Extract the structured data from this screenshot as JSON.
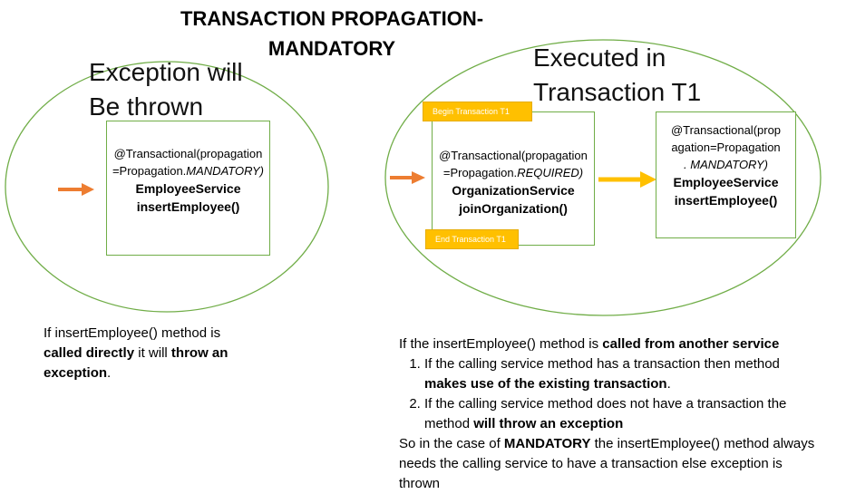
{
  "title_line1": "TRANSACTION PROPAGATION-",
  "title_line2": "MANDATORY",
  "left": {
    "heading_line1": "Exception will",
    "heading_line2": "Be thrown",
    "box": {
      "code_line1": "@Transactional(propagation",
      "code_prefix": "=Propagation.",
      "code_italic": "MANDATORY)",
      "service": "EmployeeService",
      "method": "insertEmployee()"
    },
    "description": {
      "part1": "If insertEmployee() method is ",
      "bold1": "called directly",
      "part2": " it will ",
      "bold2": "throw an exception",
      "part3": "."
    }
  },
  "right": {
    "heading_line1": "Executed in",
    "heading_line2": "Transaction T1",
    "begin_tag": "Begin Transaction  T1",
    "end_tag": "End Transaction T1",
    "org_box": {
      "code_line1": "@Transactional(propagation",
      "code_prefix": "=Propagation.",
      "code_italic": "REQUIRED)",
      "service": "OrganizationService",
      "method": "joinOrganization()"
    },
    "emp_box": {
      "code_line1": "@Transactional(prop",
      "code_line2": "agation=Propagation",
      "code_italic": ". MANDATORY)",
      "service": "EmployeeService",
      "method": "insertEmployee()"
    },
    "description": {
      "intro": "If the insertEmployee() method is ",
      "intro_bold": "called from another service",
      "item1_part1": "If the calling service method has a transaction then method ",
      "item1_bold": "makes use of the existing transaction",
      "item1_part2": ".",
      "item2_part1": "If the calling service method does not have a transaction the method ",
      "item2_bold": "will throw an exception",
      "summary_part1": "So in the case of ",
      "summary_bold": "MANDATORY",
      "summary_part2": " the insertEmployee()  method always needs the calling service to have a transaction else exception is thrown"
    }
  },
  "colors": {
    "ellipse_border": "#70ad47",
    "orange_arrow": "#ed7d31",
    "yellow_arrow": "#ffc000",
    "tag_fill": "#ffc000"
  }
}
